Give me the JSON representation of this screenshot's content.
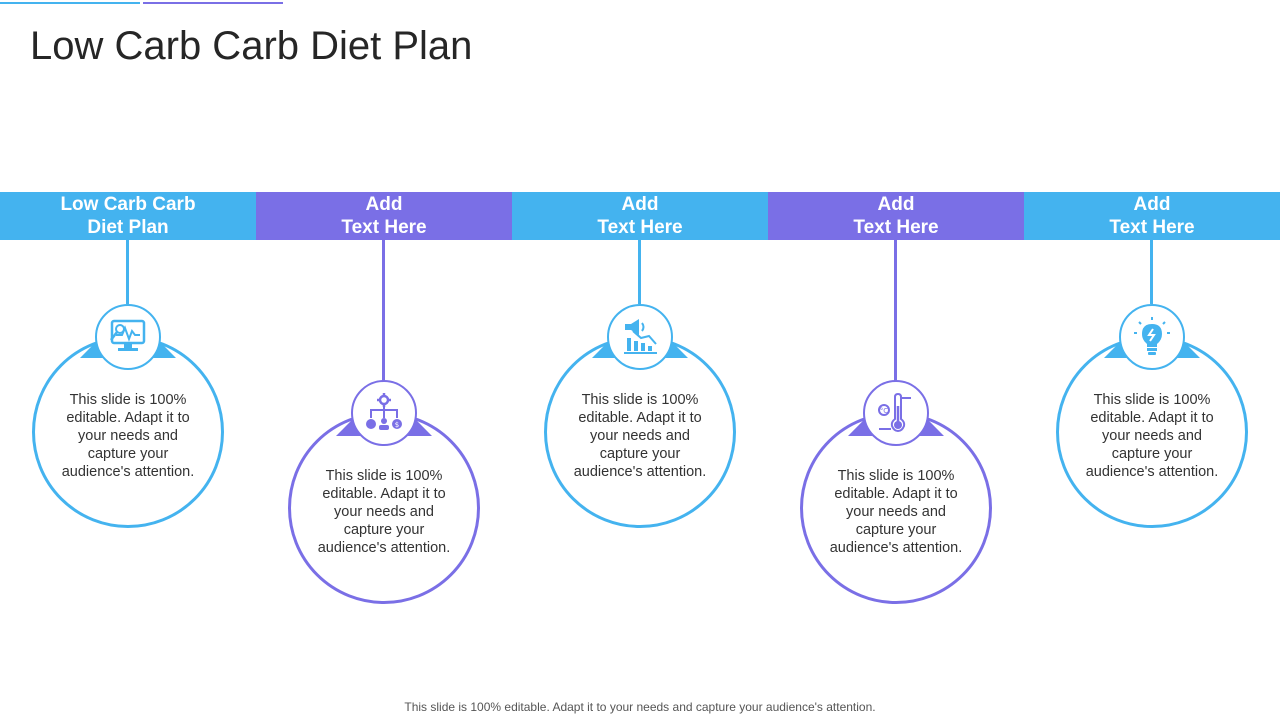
{
  "slide": {
    "title": "Low Carb Carb Diet Plan",
    "footer": "This slide is 100% editable. Adapt it to your needs and capture your audience's attention."
  },
  "colors": {
    "blue": "#44b3ef",
    "purple": "#7a6fe6"
  },
  "steps": [
    {
      "heading": "Low Carb Carb\nDiet Plan",
      "body": "This slide is 100% editable. Adapt it to your needs and capture your audience's attention.",
      "icon": "monitor-chart-icon",
      "color": "blue"
    },
    {
      "heading": "Add\nText Here",
      "body": "This slide is 100% editable. Adapt it to your needs and capture your audience's attention.",
      "icon": "gear-org-chart-icon",
      "color": "purple"
    },
    {
      "heading": "Add\nText Here",
      "body": "This slide is 100% editable. Adapt it to your needs and capture your audience's attention.",
      "icon": "megaphone-bar-chart-icon",
      "color": "blue"
    },
    {
      "heading": "Add\nText Here",
      "body": "This slide is 100% editable. Adapt it to your needs and capture your audience's attention.",
      "icon": "thermometer-icon",
      "color": "purple"
    },
    {
      "heading": "Add\nText Here",
      "body": "This slide is 100% editable. Adapt it to your needs and capture your audience's attention.",
      "icon": "lightbulb-icon",
      "color": "blue"
    }
  ]
}
